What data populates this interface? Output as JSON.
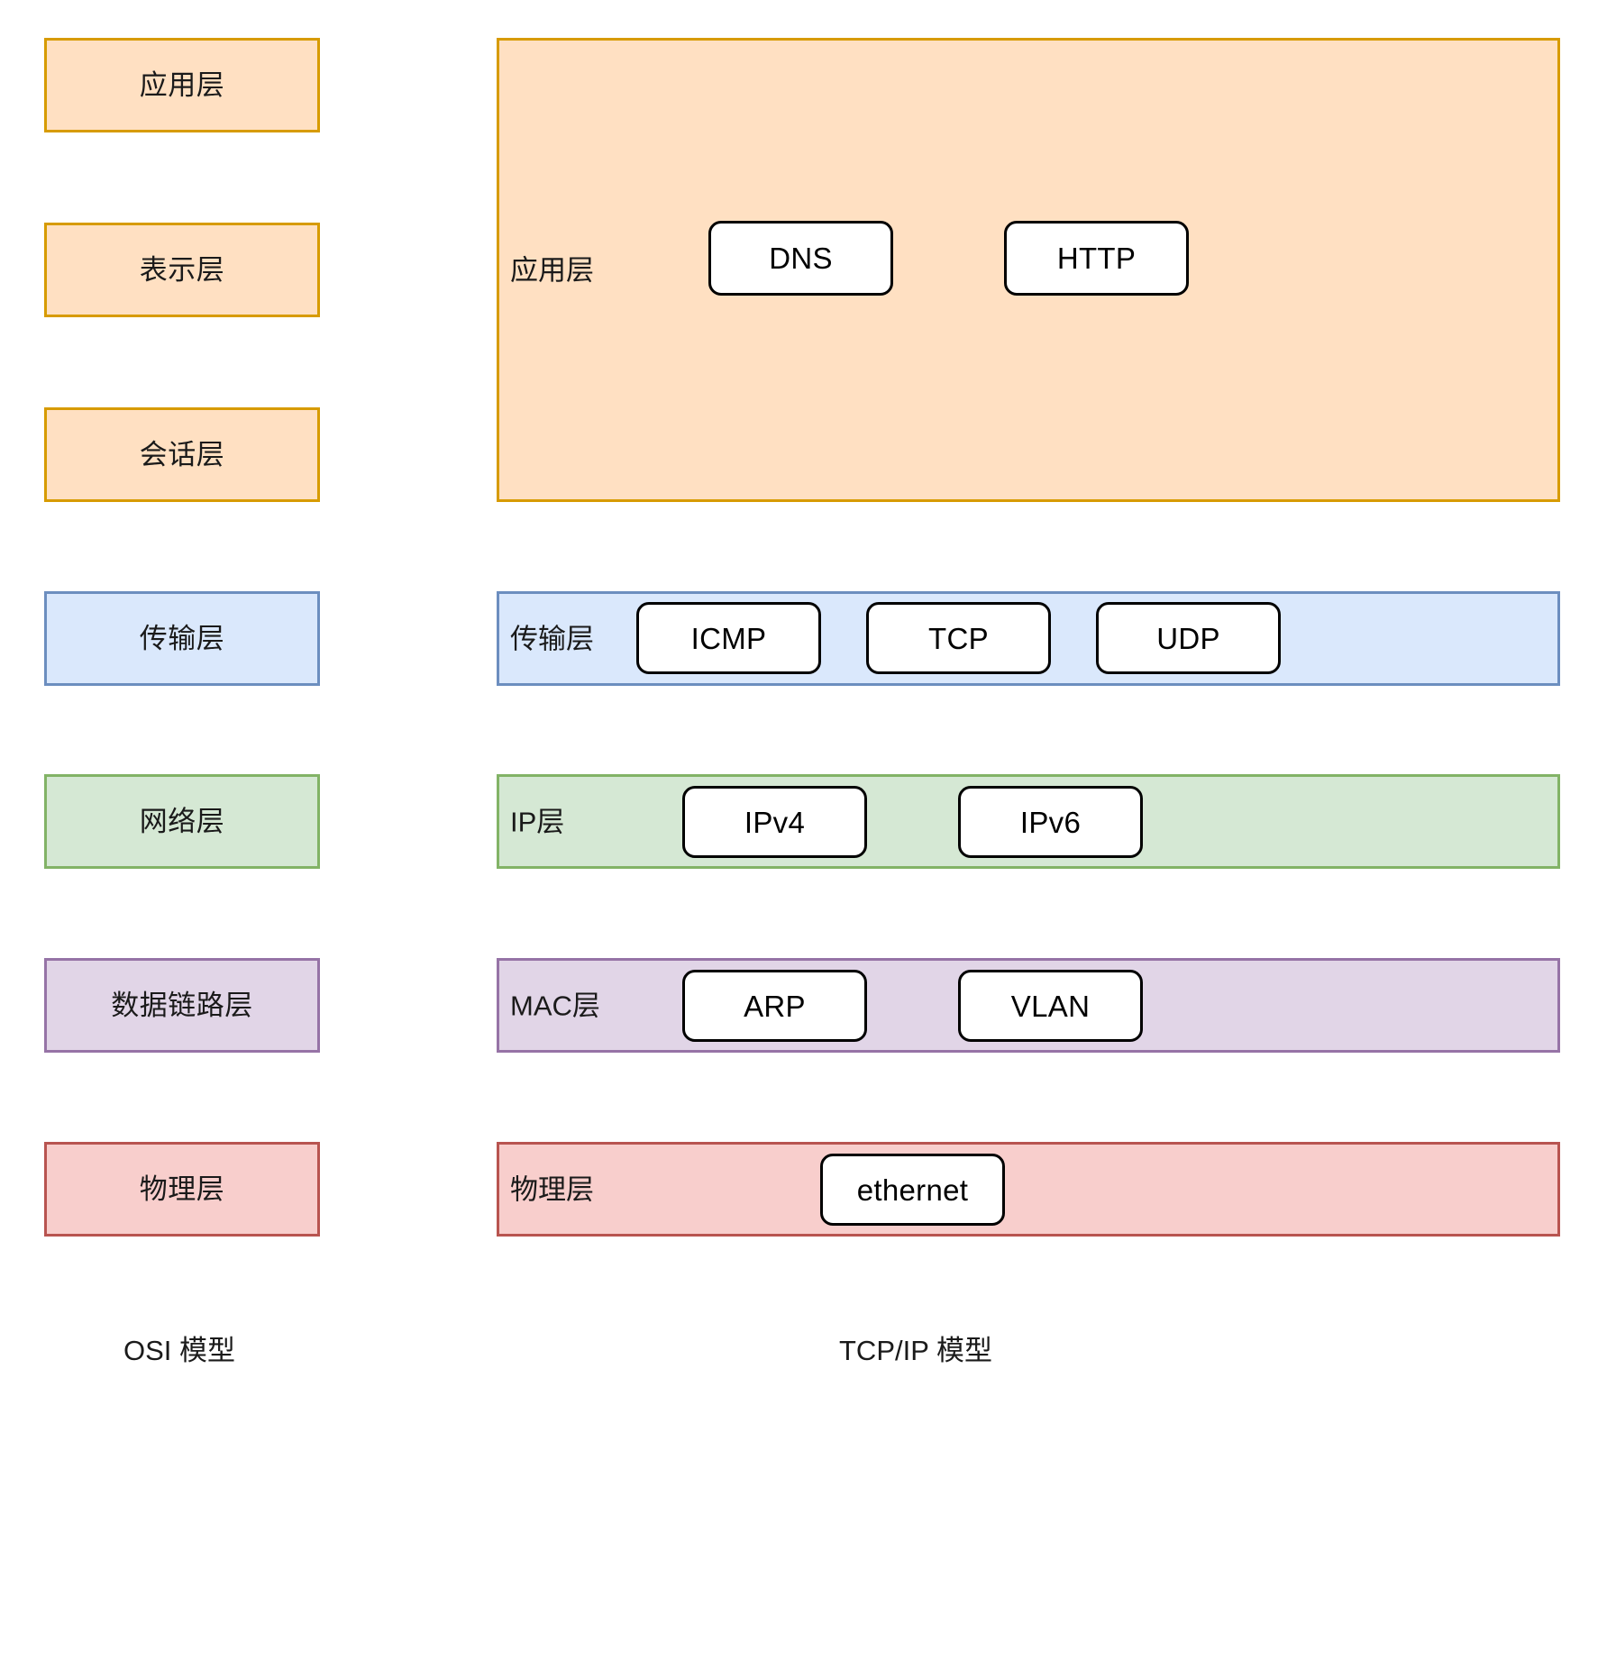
{
  "diagram": {
    "title_osi": "OSI 模型",
    "title_tcpip": "TCP/IP 模型"
  },
  "osi_model": {
    "caption": "OSI 模型",
    "layers": [
      {
        "label": "应用层",
        "color_fill": "#ffe0c2",
        "color_border": "#d79b00"
      },
      {
        "label": "表示层",
        "color_fill": "#ffe0c2",
        "color_border": "#d79b00"
      },
      {
        "label": "会话层",
        "color_fill": "#ffe0c2",
        "color_border": "#d79b00"
      },
      {
        "label": "传输层",
        "color_fill": "#dae8fc",
        "color_border": "#6c8ebf"
      },
      {
        "label": "网络层",
        "color_fill": "#d5e8d4",
        "color_border": "#82b366"
      },
      {
        "label": "数据链路层",
        "color_fill": "#e1d5e7",
        "color_border": "#9673a6"
      },
      {
        "label": "物理层",
        "color_fill": "#f8cecc",
        "color_border": "#b85450"
      }
    ]
  },
  "tcpip_model": {
    "caption": "TCP/IP 模型",
    "layers": [
      {
        "label": "应用层",
        "color_fill": "#ffe0c2",
        "color_border": "#d79b00",
        "protocols": [
          "DNS",
          "HTTP"
        ]
      },
      {
        "label": "传输层",
        "color_fill": "#dae8fc",
        "color_border": "#6c8ebf",
        "protocols": [
          "ICMP",
          "TCP",
          "UDP"
        ]
      },
      {
        "label": "IP层",
        "color_fill": "#d5e8d4",
        "color_border": "#82b366",
        "protocols": [
          "IPv4",
          "IPv6"
        ]
      },
      {
        "label": "MAC层",
        "color_fill": "#e1d5e7",
        "color_border": "#9673a6",
        "protocols": [
          "ARP",
          "VLAN"
        ]
      },
      {
        "label": "物理层",
        "color_fill": "#f8cecc",
        "color_border": "#b85450",
        "protocols": [
          "ethernet"
        ]
      }
    ]
  }
}
